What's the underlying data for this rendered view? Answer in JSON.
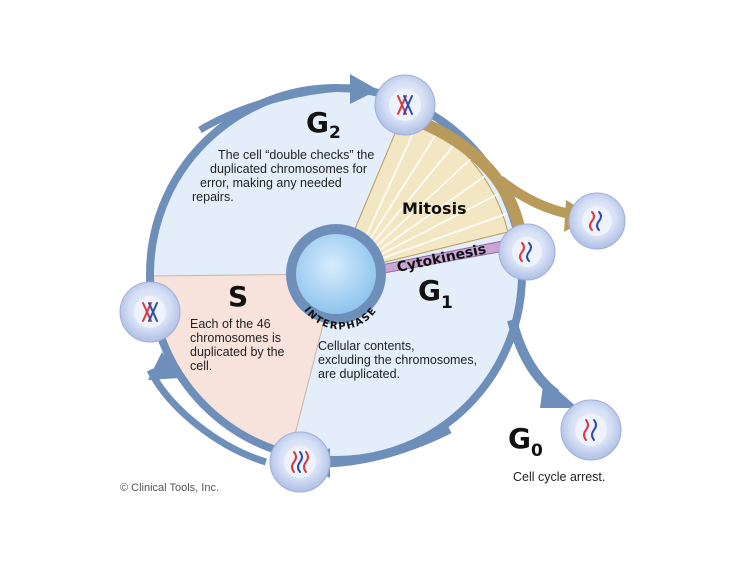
{
  "labels": {
    "g2": "G",
    "g2_sub": "2",
    "s": "S",
    "g1": "G",
    "g1_sub": "1",
    "g0": "G",
    "g0_sub": "0",
    "mitosis": "Mitosis",
    "cytokinesis": "Cytokinesis",
    "interphase": "INTERPHASE"
  },
  "descriptions": {
    "g2": [
      "The cell “double checks” the",
      "duplicated chromosomes for",
      "error, making any needed",
      "repairs."
    ],
    "s": [
      "Each of the 46",
      "chromosomes is",
      "duplicated by the",
      "cell."
    ],
    "g1": [
      "Cellular contents,",
      "excluding the chromosomes,",
      "are duplicated."
    ],
    "g0": [
      "Cell cycle arrest."
    ]
  },
  "copyright": "© Clinical Tools, Inc.",
  "colors": {
    "ring": "#6f8fbb",
    "ring_dark": "#4f6f9c",
    "interior": "#e3eefa",
    "s_sector": "#f8e2dc",
    "mitosis_fill": "#f3e7c3",
    "mitosis_stroke": "#b89a5a",
    "cyto_fill": "#c9a6d6",
    "cell_fill": "#c7d4f0",
    "cell_nucleus": "#e9eefb",
    "core_blue": "#a9d3f5",
    "chrom_red": "#d83a3a",
    "chrom_blue": "#2c4db0"
  }
}
